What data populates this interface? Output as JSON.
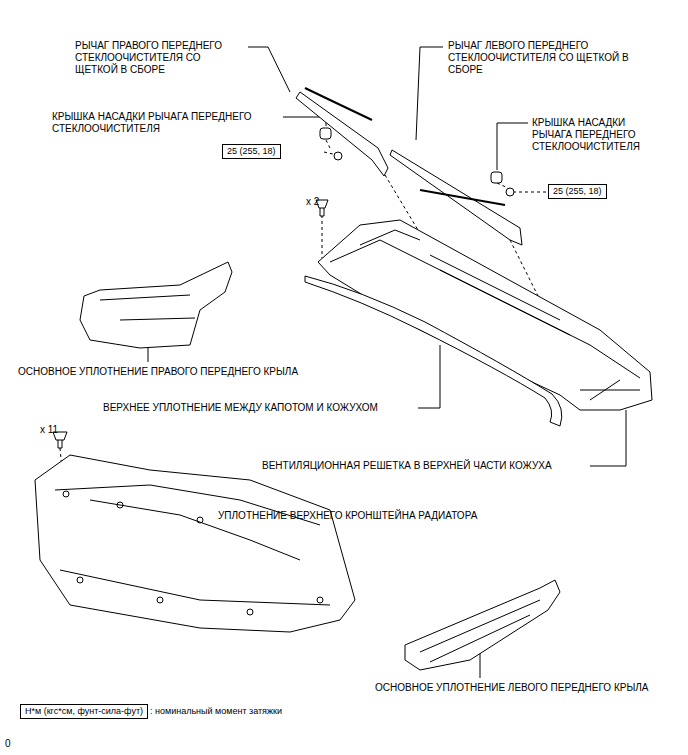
{
  "diagram": {
    "nodes": [
      {
        "text": [
          "25 (255, 18)"
        ]
      },
      {
        "text": [
          "25 (255, 18)"
        ]
      },
      {
        "text": [
          "Н*м (кгс*см, фунт-сила-фут)",
          ": номинальный момент затяжки"
        ]
      }
    ],
    "labels": [
      "РЫЧАГ ПРАВОГО ПЕРЕДНЕГО СТЕКЛООЧИСТИТЕЛЯ СО ЩЕТКОЙ В СБОРЕ",
      "РЫЧАГ ЛЕВОГО ПЕРЕДНЕГО СТЕКЛООЧИСТИТЕЛЯ СО ЩЕТКОЙ В СБОРЕ",
      "КРЫШКА НАСАДКИ РЫЧАГА ПЕРЕДНЕГО СТЕКЛООЧИСТИТЕЛЯ",
      "КРЫШКА НАСАДКИ РЫЧАГА ПЕРЕДНЕГО СТЕКЛООЧИСТИТЕЛЯ",
      "x 2",
      "ОСНОВНОЕ УПЛОТНЕНИЕ ПРАВОГО ПЕРЕДНЕГО КРЫЛА",
      "ВЕРХНЕЕ УПЛОТНЕНИЕ МЕЖДУ КАПОТОМ И КОЖУХОМ",
      "ВЕНТИЛЯЦИОННАЯ РЕШЕТКА В ВЕРХНЕЙ ЧАСТИ КОЖУХА",
      "x 11",
      "УПЛОТНЕНИЕ ВЕРХНЕГО КРОНШТЕЙНА РАДИАТОРА",
      "ОСНОВНОЕ УПЛОТНЕНИЕ ЛЕВОГО ПЕРЕДНЕГО КРЫЛА",
      "0"
    ]
  }
}
